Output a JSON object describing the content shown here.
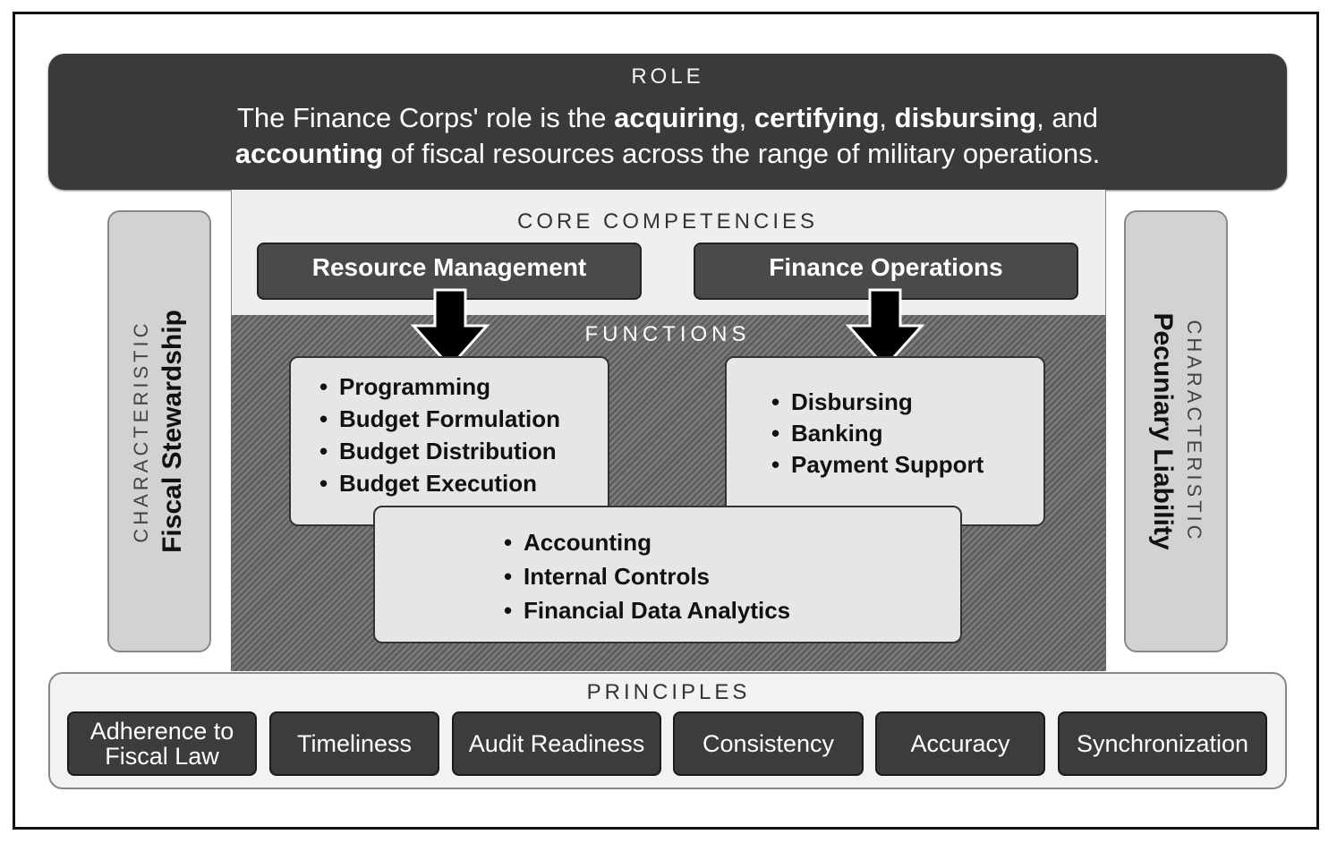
{
  "role": {
    "heading": "ROLE",
    "text_line1_part1": "The Finance Corps' role is the ",
    "bold1": "acquiring",
    "sep1": ", ",
    "bold2": "certifying",
    "sep2": ", ",
    "bold3": "disbursing",
    "text_line1_end": ", and",
    "bold4": "accounting",
    "text_line2_end": " of fiscal resources across the range of military operations."
  },
  "core_competencies": {
    "heading": "CORE COMPETENCIES",
    "items": [
      "Resource Management",
      "Finance Operations"
    ]
  },
  "functions": {
    "heading": "FUNCTIONS",
    "resource_management": [
      "Programming",
      "Budget Formulation",
      "Budget Distribution",
      "Budget Execution"
    ],
    "finance_operations": [
      "Disbursing",
      "Banking",
      "Payment Support"
    ],
    "shared": [
      "Accounting",
      "Internal Controls",
      "Financial Data Analytics"
    ],
    "bullet": "•"
  },
  "characteristics": {
    "left": {
      "label": "CHARACTERISTIC",
      "value": "Fiscal Stewardship"
    },
    "right": {
      "label": "CHARACTERISTIC",
      "value": "Pecuniary Liability"
    }
  },
  "principles": {
    "heading": "PRINCIPLES",
    "items": [
      "Adherence to Fiscal Law",
      "Timeliness",
      "Audit Readiness",
      "Consistency",
      "Accuracy",
      "Synchronization"
    ]
  }
}
